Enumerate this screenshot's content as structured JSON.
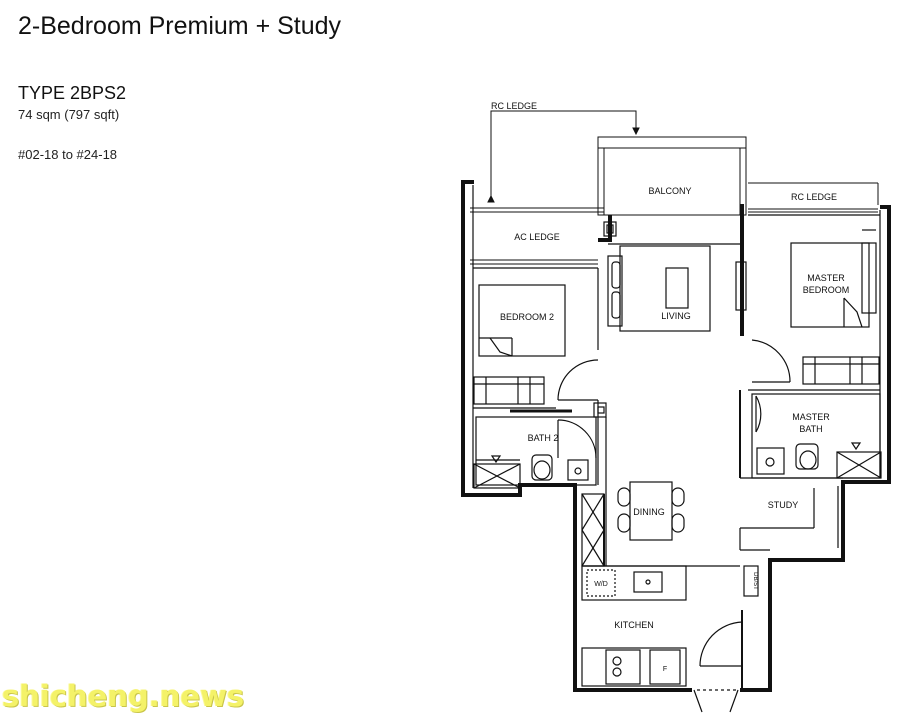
{
  "header": {
    "title": "2-Bedroom Premium + Study",
    "unit_type": "TYPE 2BPS2",
    "area": "74 sqm (797 sqft)",
    "unit_range": "#02-18 to #24-18"
  },
  "rooms": {
    "rc_ledge_top": "RC LEDGE",
    "balcony": "BALCONY",
    "rc_ledge_right": "RC LEDGE",
    "ac_ledge": "AC LEDGE",
    "bedroom2": "BEDROOM 2",
    "living": "LIVING",
    "master_bedroom_line1": "MASTER",
    "master_bedroom_line2": "BEDROOM",
    "bath2": "BATH 2",
    "master_bath_line1": "MASTER",
    "master_bath_line2": "BATH",
    "dining": "DINING",
    "study": "STUDY",
    "kitchen": "KITCHEN",
    "wd": "W/D",
    "db": "DB/ST",
    "fridge": "F"
  },
  "watermark": "shicheng.news"
}
